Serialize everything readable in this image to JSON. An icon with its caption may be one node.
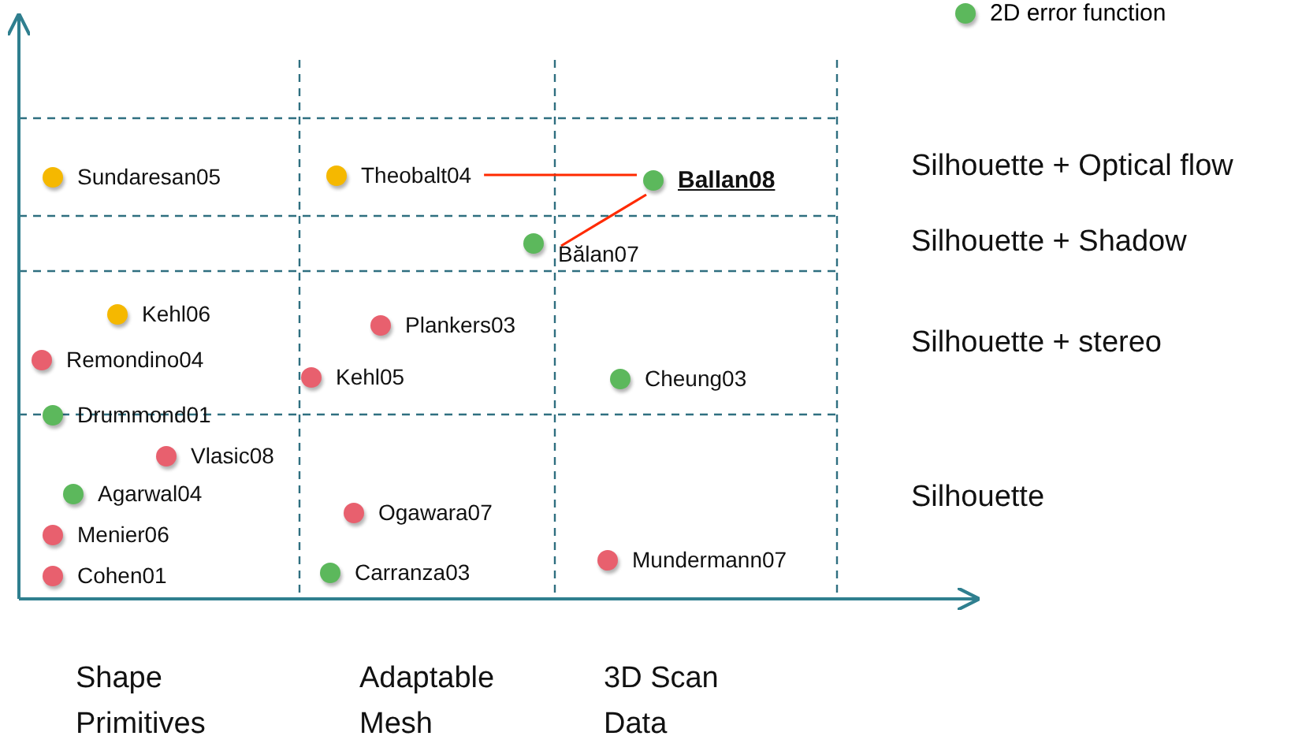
{
  "diagram": {
    "nodes": [
      {
        "text": [
          "Sundaresan05"
        ]
      },
      {
        "text": [
          "Theobalt04"
        ]
      },
      {
        "text": [
          "Ballan08"
        ]
      },
      {
        "text": [
          "Bălan07"
        ]
      },
      {
        "text": [
          "Kehl06"
        ]
      },
      {
        "text": [
          "Plankers03"
        ]
      },
      {
        "text": [
          "Remondino04"
        ]
      },
      {
        "text": [
          "Kehl05"
        ]
      },
      {
        "text": [
          "Cheung03"
        ]
      },
      {
        "text": [
          "Drummond01"
        ]
      },
      {
        "text": [
          "Vlasic08"
        ]
      },
      {
        "text": [
          "Agarwal04"
        ]
      },
      {
        "text": [
          "Ogawara07"
        ]
      },
      {
        "text": [
          "Menier06"
        ]
      },
      {
        "text": [
          "Mundermann07"
        ]
      },
      {
        "text": [
          "Cohen01"
        ]
      },
      {
        "text": [
          "Carranza03"
        ]
      }
    ],
    "edges": [
      {
        "from": 1,
        "to": 2,
        "arrow": "none"
      },
      {
        "from": 3,
        "to": 2,
        "arrow": "none"
      }
    ],
    "labels": [
      "Silhouette + Optical flow",
      "Silhouette + Shadow",
      "Silhouette + stereo",
      "Silhouette",
      "Shape Primitives",
      "Adaptable Mesh",
      "3D Scan Data"
    ],
    "legend": [
      {
        "text": "2D error function",
        "color": "#5cb85c"
      }
    ]
  }
}
